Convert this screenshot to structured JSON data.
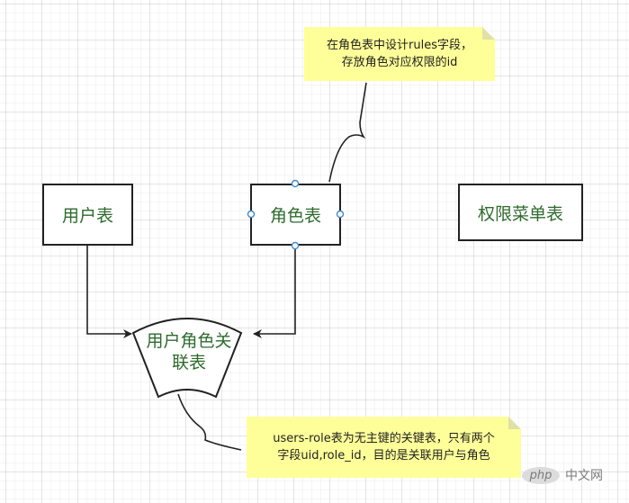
{
  "nodes": {
    "user_table": "用户表",
    "role_table": "角色表",
    "permission_menu_table": "权限菜单表",
    "user_role_relation_line1": "用户角色关",
    "user_role_relation_line2": "联表"
  },
  "notes": {
    "role_note_line1": "在角色表中设计rules字段，",
    "role_note_line2": "存放角色对应权限的id",
    "relation_note_line1": "users-role表为无主键的关键表，只有两个",
    "relation_note_line2": "字段uid,role_id，目的是关联用户与角色"
  },
  "watermark": {
    "logo": "php",
    "text": "中文网"
  },
  "colors": {
    "node_text": "#2e6b2e",
    "note_fill": "#ffff99",
    "note_fold": "#e0e0a8",
    "connector": "#222222",
    "handle": "#3f8bd1"
  }
}
